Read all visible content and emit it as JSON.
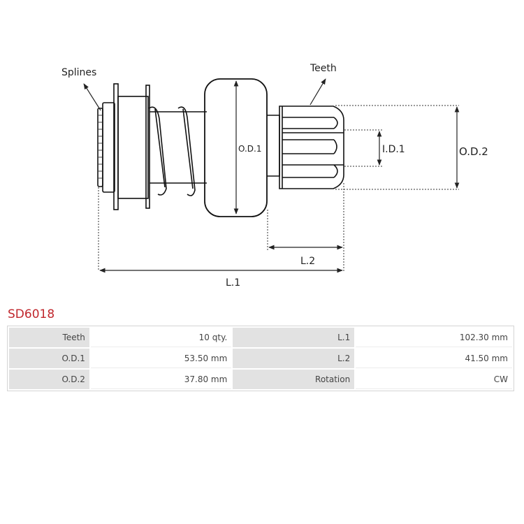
{
  "diagram": {
    "labels": {
      "splines": "Splines",
      "teeth": "Teeth",
      "od1": "O.D.1",
      "id1": "I.D.1",
      "od2": "O.D.2",
      "l1": "L.1",
      "l2": "L.2"
    },
    "colors": {
      "line": "#111111",
      "dim": "#222222"
    }
  },
  "part_number": "SD6018",
  "specs": {
    "rows": [
      [
        {
          "k": "Teeth",
          "v": "10 qty."
        },
        {
          "k": "L.1",
          "v": "102.30 mm"
        }
      ],
      [
        {
          "k": "O.D.1",
          "v": "53.50 mm"
        },
        {
          "k": "L.2",
          "v": "41.50 mm"
        }
      ],
      [
        {
          "k": "O.D.2",
          "v": "37.80 mm"
        },
        {
          "k": "Rotation",
          "v": "CW"
        }
      ]
    ]
  },
  "colors": {
    "title": "#c0272d",
    "key_bg": "#e2e2e2"
  }
}
